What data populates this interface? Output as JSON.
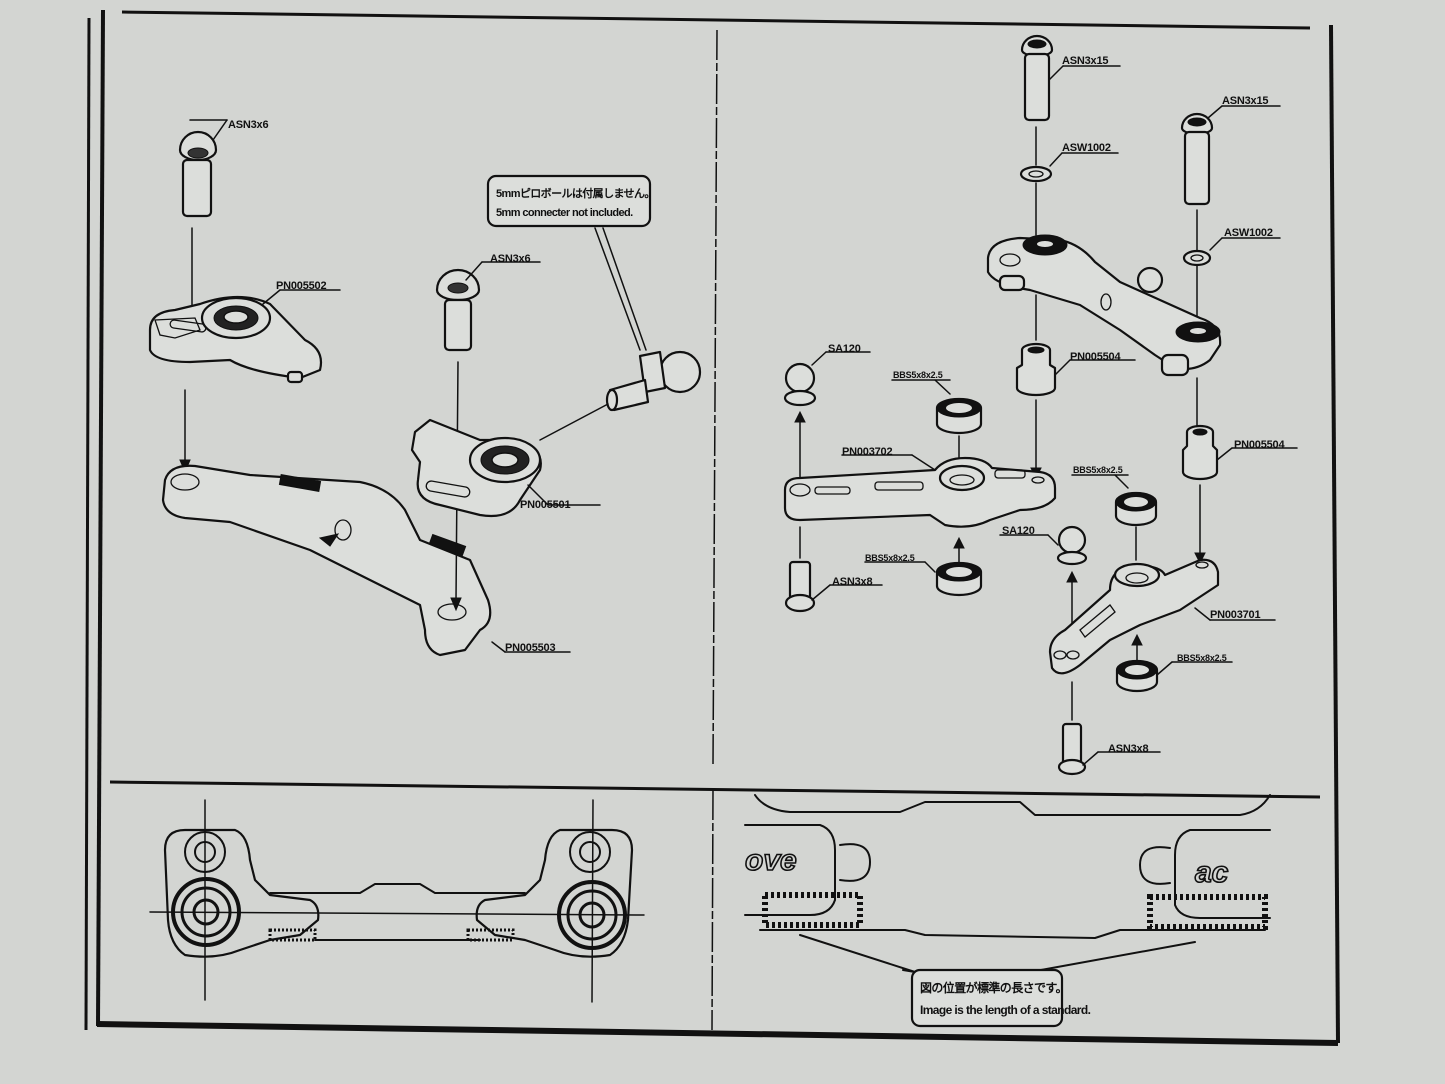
{
  "document": {
    "type": "exploded assembly diagram",
    "panels": [
      {
        "id": "left-assembly",
        "labels": {
          "screw_top": "ASN3x6",
          "screw_mid": "ASN3x6",
          "upper_plate": "PN005502",
          "right_plate": "PN005501",
          "lower_arm": "PN005503"
        },
        "note": {
          "jp": "5mmピロボールは付属しません。",
          "en": "5mm connecter not included."
        }
      },
      {
        "id": "right-assembly",
        "labels": {
          "long_screw_1": "ASN3x15",
          "washer_1": "ASW1002",
          "long_screw_2": "ASN3x15",
          "washer_2": "ASW1002",
          "spacer_1": "PN005504",
          "spacer_2": "PN005504",
          "ball_1": "SA120",
          "ball_2": "SA120",
          "bearing_1": "BBS5x8x2.5",
          "bearing_2": "BBS5x8x2.5",
          "bearing_3": "BBS5x8x2.5",
          "bearing_4": "BBS5x8x2.5",
          "arm_left": "PN003702",
          "arm_right": "PN003701",
          "screw_1": "ASN3x8",
          "screw_2": "ASN3x8"
        }
      },
      {
        "id": "bottom-right-view",
        "logo_left": "ove",
        "logo_right": "ac",
        "note": {
          "jp": "図の位置が標準の長さです。",
          "en": "Image is the length of a standard."
        }
      }
    ]
  }
}
